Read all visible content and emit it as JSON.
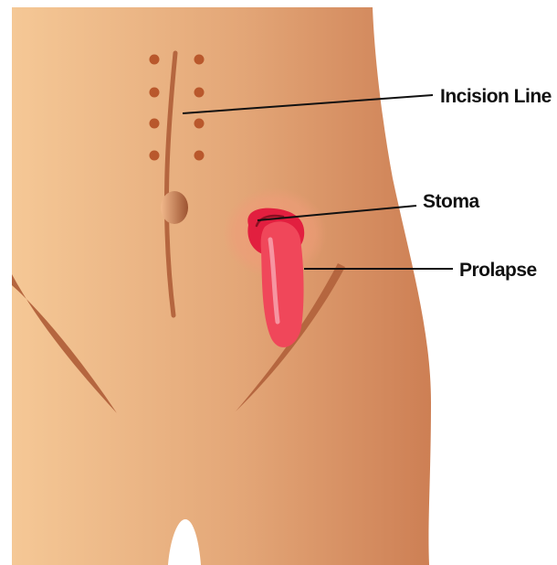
{
  "labels": {
    "incision_line": "Incision Line",
    "stoma": "Stoma",
    "prolapse": "Prolapse"
  },
  "colors": {
    "skin_light": "#f5c896",
    "skin_mid": "#e3a677",
    "skin_dark": "#cd7f54",
    "crease": "#b5663f",
    "incision_dot": "#b9582c",
    "stoma_halo": "#ef9c78",
    "stoma_red": "#e21f3f",
    "prolapse_pink": "#f0475a",
    "highlight": "#f7a3ae",
    "label_text": "#111111"
  },
  "icons": {
    "navel": "navel-icon",
    "incision_dots": "incision-dot-icon"
  }
}
